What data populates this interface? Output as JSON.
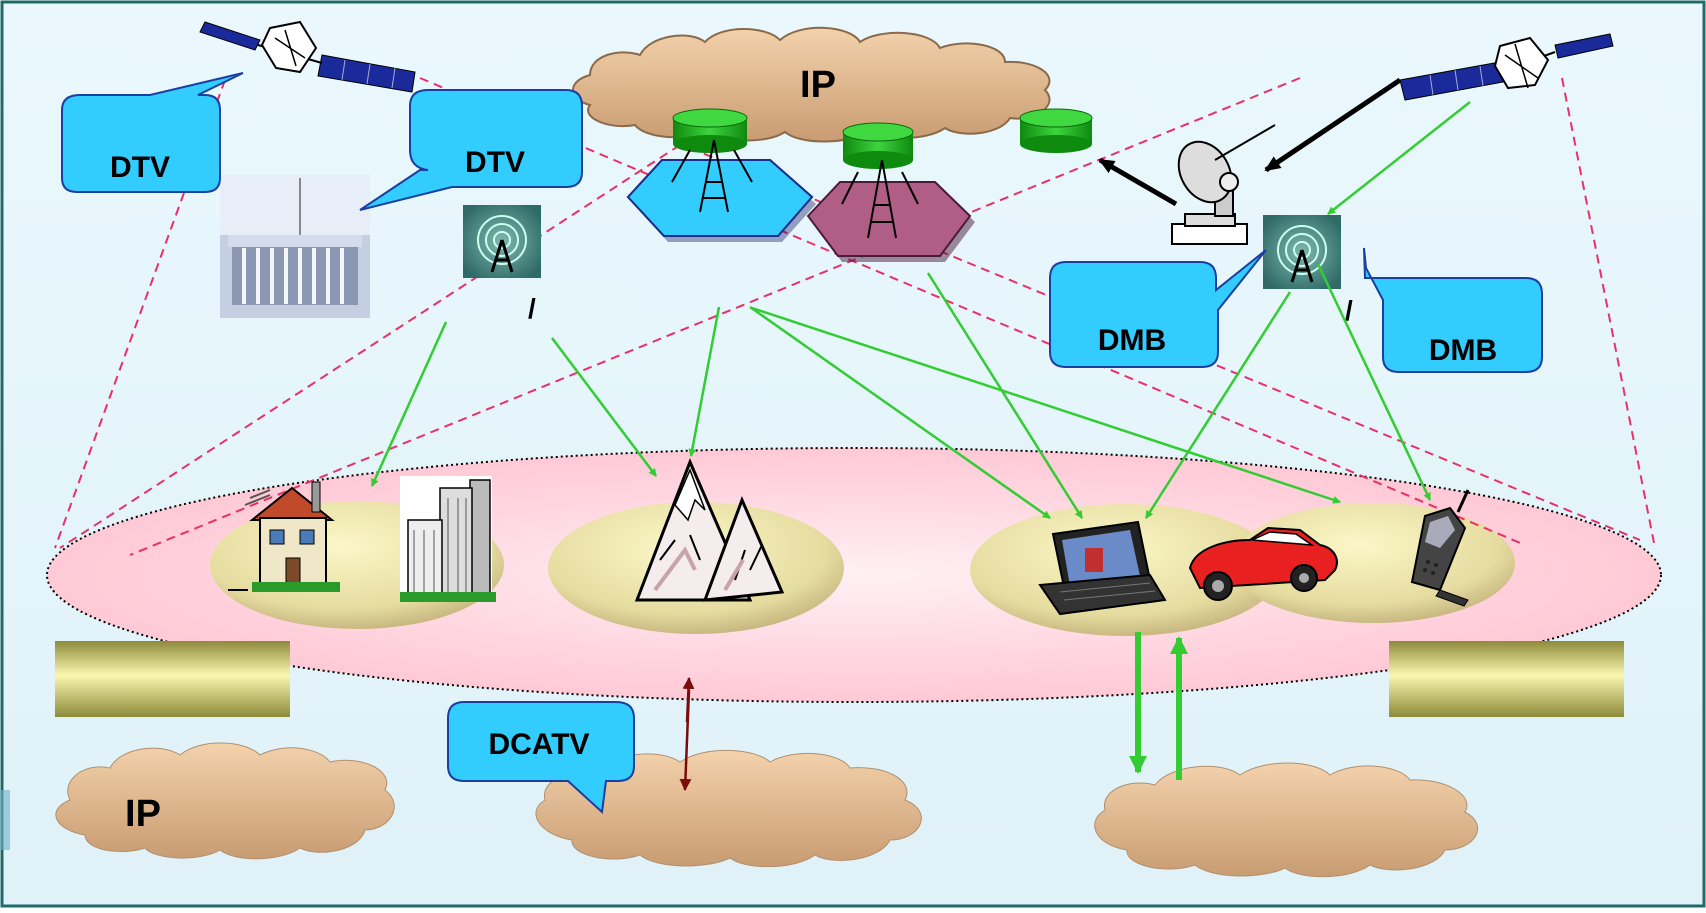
{
  "labels": {
    "ip_top": "IP",
    "ip_bottom": "IP",
    "dtv_left": "DTV",
    "dtv_center": "DTV",
    "dmb_left": "DMB",
    "dmb_right": "DMB",
    "dcatv": "DCATV",
    "slash_left": "/",
    "slash_right": "/"
  },
  "icons": [
    "satellite-icon",
    "cloud-icon",
    "tower-icon",
    "dish-icon",
    "house-icon",
    "building-icon",
    "mountain-icon",
    "laptop-icon",
    "car-icon",
    "mobile-phone-icon"
  ],
  "colors": {
    "background": "#e8f6fb",
    "frame": "#1f6b6b",
    "callout_fill": "#33ccff",
    "callout_stroke": "#1a3fa0",
    "cloud_fill": "#e7bf95",
    "green_link": "#33cc33",
    "dashed_link": "#e8306a",
    "coverage_fill": "#ffd6df",
    "bar_fill": "#c8c06a",
    "cable_arrow": "#7a0c0c"
  }
}
